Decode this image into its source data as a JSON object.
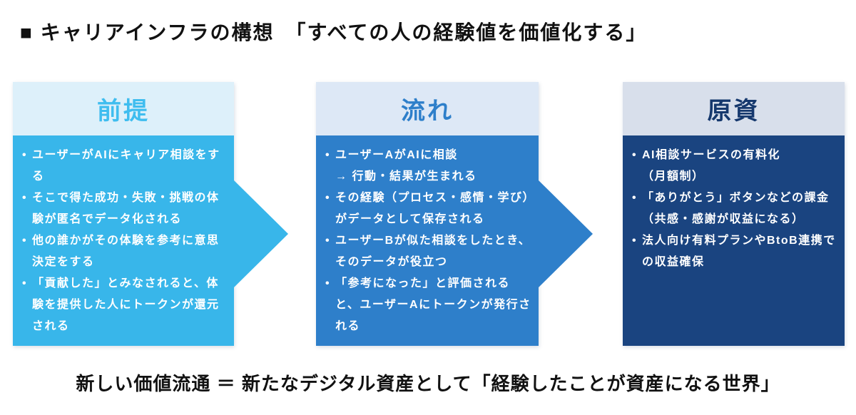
{
  "title": "■ キャリアインフラの構想　「すべての人の経験値を価値化する」",
  "footer": "新しい価値流通 ＝ 新たなデジタル資産として「経験したことが資産になる世界」",
  "columns": [
    {
      "header": "前提",
      "colors": {
        "header_bg": "#ddf0fa",
        "header_text": "#3fbdef",
        "body_bg": "#38b6ea",
        "body_text": "#ffffff"
      },
      "bullets": [
        "ユーザーがAIにキャリア相談をする",
        "そこで得た成功・失敗・挑戦の体験が匿名でデータ化される",
        "他の誰かがその体験を参考に意思決定をする",
        "「貢献した」とみなされると、体験を提供した人にトークンが還元される"
      ]
    },
    {
      "header": "流れ",
      "colors": {
        "header_bg": "#dde8f6",
        "header_text": "#2e7fca",
        "body_bg": "#2e7fca",
        "body_text": "#ffffff"
      },
      "bullets": [
        "ユーザーAがAIに相談\n→ 行動・結果が生まれる",
        "その経験（プロセス・感情・学び）がデータとして保存される",
        "ユーザーBが似た相談をしたとき、そのデータが役立つ",
        "「参考になった」と評価されると、ユーザーAにトークンが発行される"
      ]
    },
    {
      "header": "原資",
      "colors": {
        "header_bg": "#d8dfeb",
        "header_text": "#15386d",
        "body_bg": "#1a4480",
        "body_text": "#ffffff"
      },
      "bullets": [
        "AI相談サービスの有料化\n（月額制）",
        "「ありがとう」ボタンなどの課金（共感・感謝が収益になる）",
        "法人向け有料プランやBtoB連携での収益確保"
      ]
    }
  ]
}
